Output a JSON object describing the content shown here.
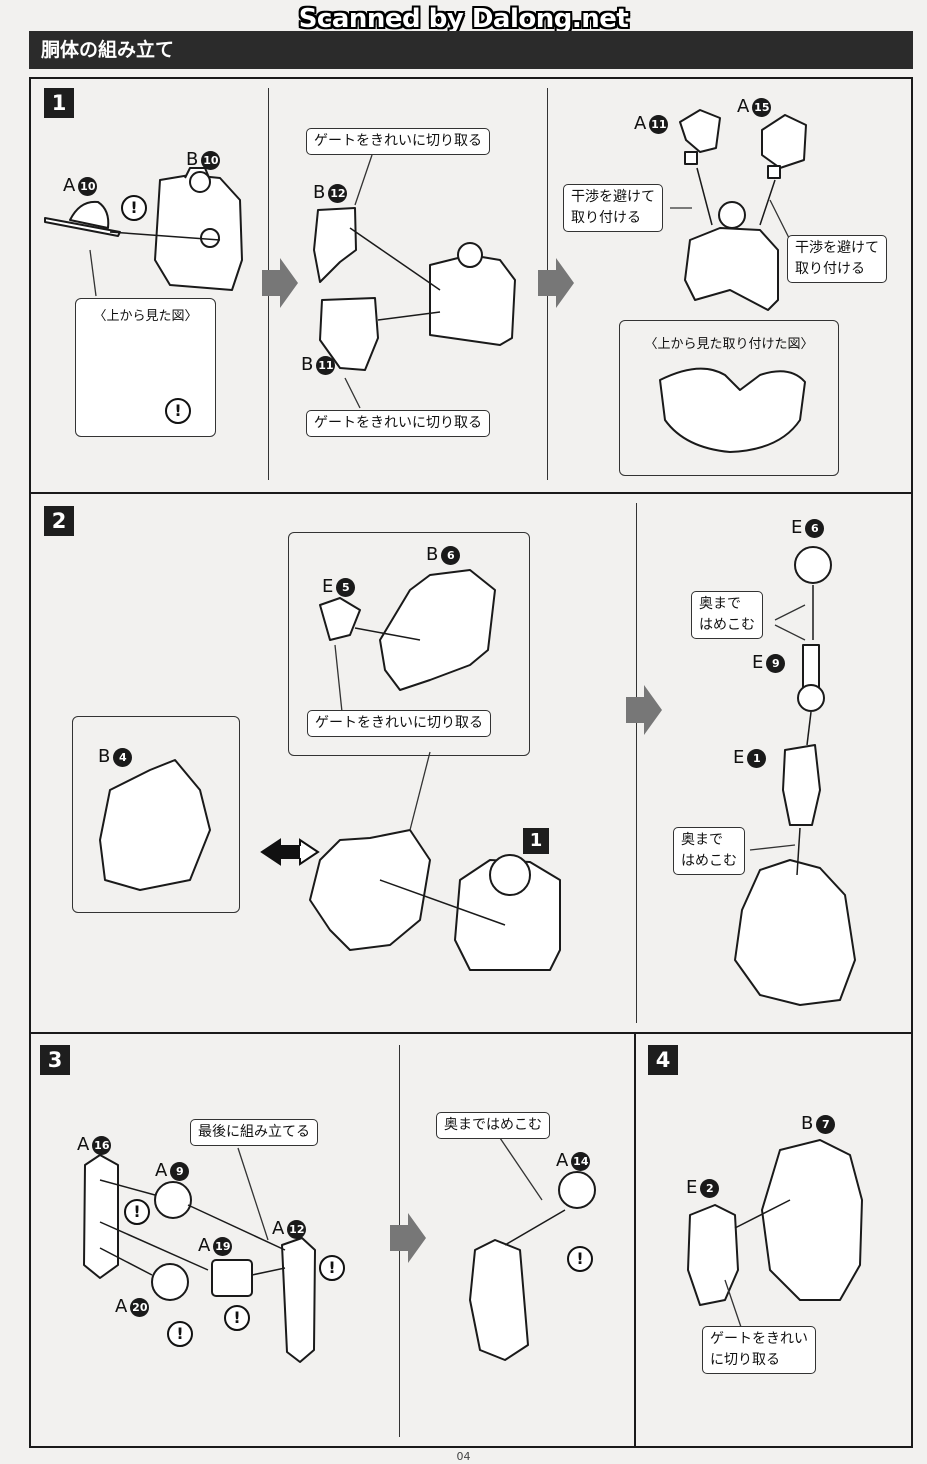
{
  "watermark": "Scanned by Dalong.net",
  "header": {
    "title": "胴体の組み立て"
  },
  "steps": {
    "s1": {
      "number": "1",
      "label_a10": {
        "letter": "A",
        "num": "10"
      },
      "label_b10": {
        "letter": "B",
        "num": "10"
      },
      "top_view_title": "〈上から見た図〉",
      "gate_top": "ゲートをきれいに切り取る",
      "gate_bottom": "ゲートをきれいに切り取る",
      "label_b12": {
        "letter": "B",
        "num": "12"
      },
      "label_b11": {
        "letter": "B",
        "num": "11"
      },
      "label_a11": {
        "letter": "A",
        "num": "11"
      },
      "label_a15": {
        "letter": "A",
        "num": "15"
      },
      "avoid_left_1": "干渉を避けて",
      "avoid_left_2": "取り付ける",
      "avoid_right_1": "干渉を避けて",
      "avoid_right_2": "取り付ける",
      "attached_view_title": "〈上から見た取り付けた図〉"
    },
    "s2": {
      "number": "2",
      "label_b6": {
        "letter": "B",
        "num": "6"
      },
      "label_e5": {
        "letter": "E",
        "num": "5"
      },
      "gate": "ゲートをきれいに切り取る",
      "label_b4": {
        "letter": "B",
        "num": "4"
      },
      "ref_step": "1",
      "label_e6": {
        "letter": "E",
        "num": "6"
      },
      "press_1a": "奥まで",
      "press_1b": "はめこむ",
      "label_e9": {
        "letter": "E",
        "num": "9"
      },
      "label_e1": {
        "letter": "E",
        "num": "1"
      },
      "press_2a": "奥まで",
      "press_2b": "はめこむ"
    },
    "s3": {
      "number": "3",
      "label_a16": {
        "letter": "A",
        "num": "16"
      },
      "label_a9": {
        "letter": "A",
        "num": "9"
      },
      "assemble_last": "最後に組み立てる",
      "label_a12": {
        "letter": "A",
        "num": "12"
      },
      "label_a19": {
        "letter": "A",
        "num": "19"
      },
      "label_a20": {
        "letter": "A",
        "num": "20"
      },
      "press_fully": "奥まではめこむ",
      "label_a14": {
        "letter": "A",
        "num": "14"
      }
    },
    "s4": {
      "number": "4",
      "label_b7": {
        "letter": "B",
        "num": "7"
      },
      "label_e2": {
        "letter": "E",
        "num": "2"
      },
      "gate_1": "ゲートをきれい",
      "gate_2": "に切り取る"
    }
  },
  "warning_symbol": "!",
  "page_number": "04"
}
